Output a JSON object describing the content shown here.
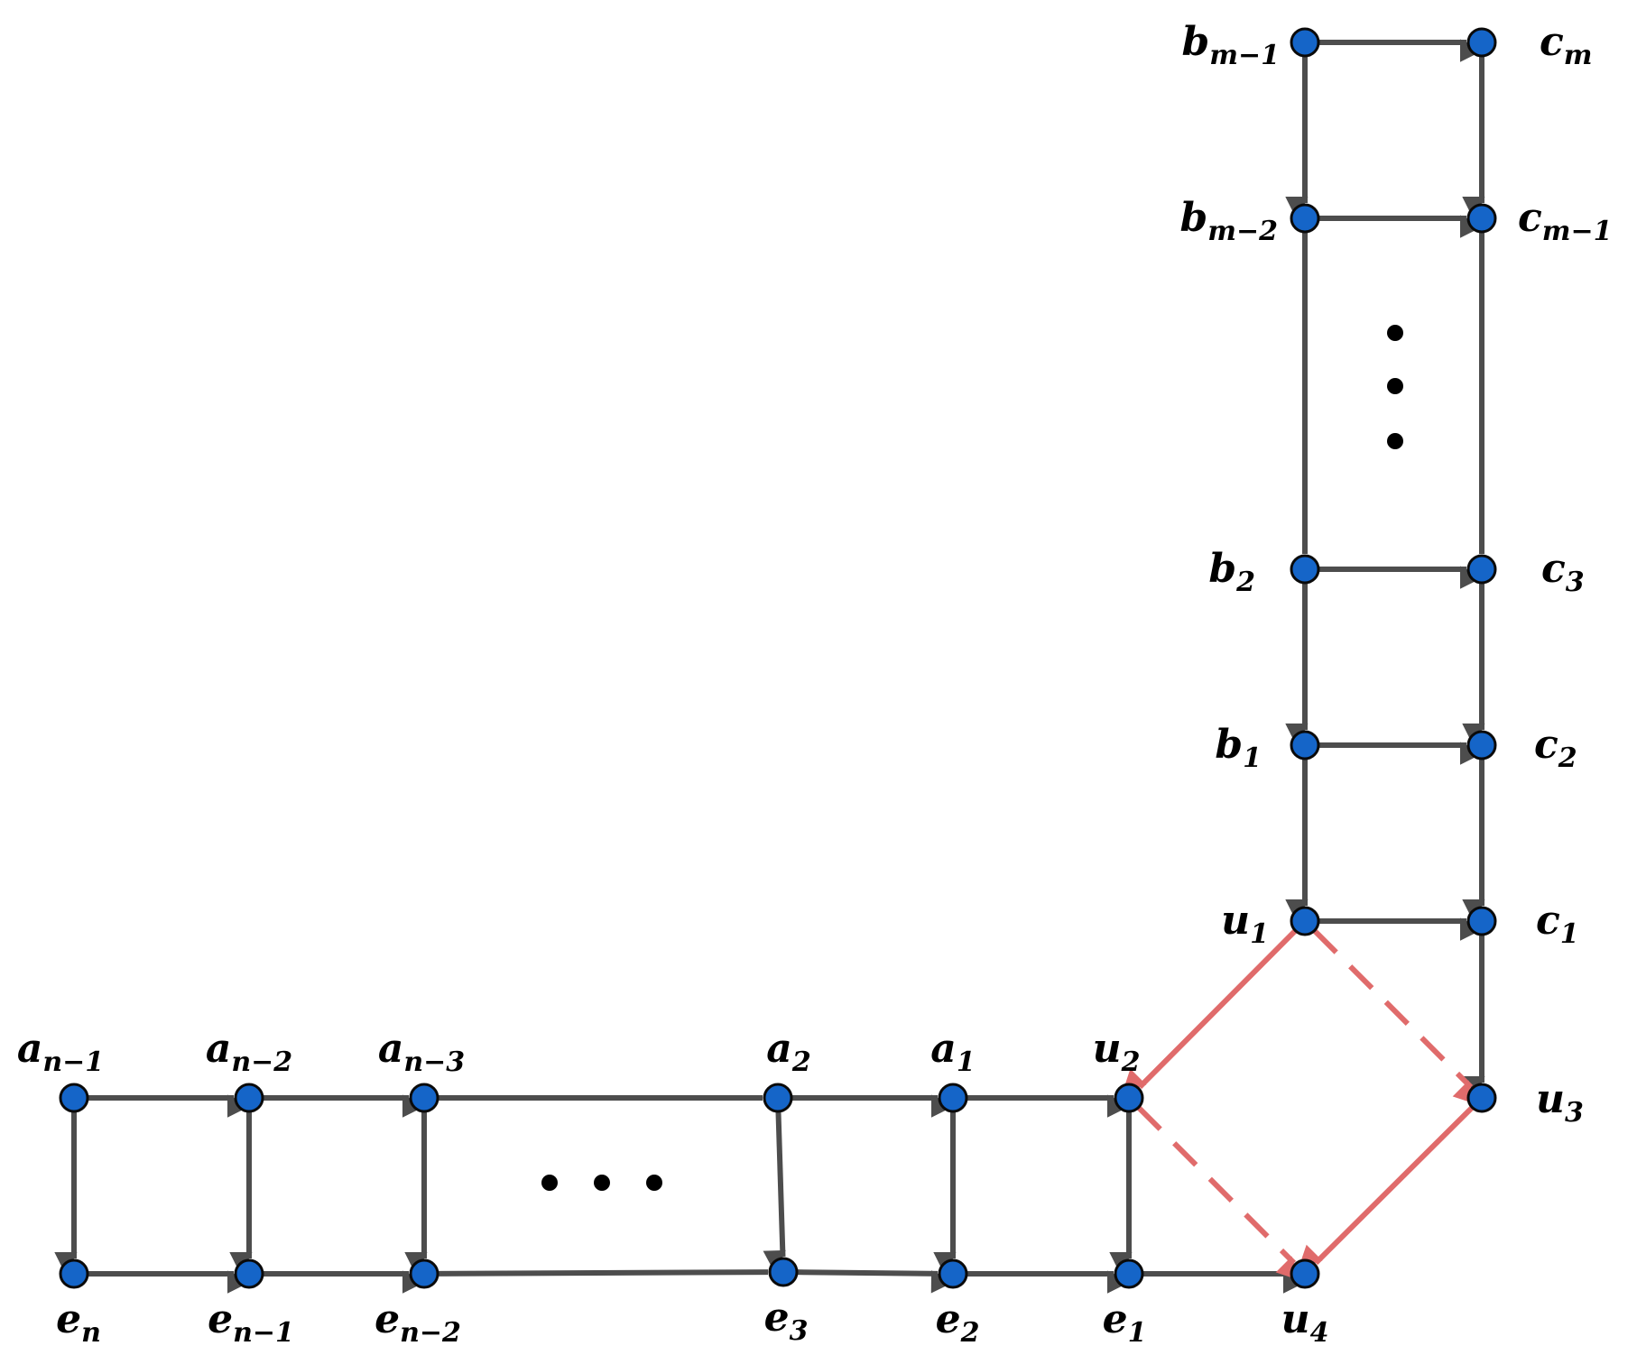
{
  "graph": {
    "nodes": [
      {
        "id": "a_n1",
        "base": "a",
        "sub": "n−1"
      },
      {
        "id": "a_n2",
        "base": "a",
        "sub": "n−2"
      },
      {
        "id": "a_n3",
        "base": "a",
        "sub": "n−3"
      },
      {
        "id": "a_2",
        "base": "a",
        "sub": "2"
      },
      {
        "id": "a_1",
        "base": "a",
        "sub": "1"
      },
      {
        "id": "u_2",
        "base": "u",
        "sub": "2"
      },
      {
        "id": "e_n",
        "base": "e",
        "sub": "n"
      },
      {
        "id": "e_n1",
        "base": "e",
        "sub": "n−1"
      },
      {
        "id": "e_n2",
        "base": "e",
        "sub": "n−2"
      },
      {
        "id": "e_3",
        "base": "e",
        "sub": "3"
      },
      {
        "id": "e_2",
        "base": "e",
        "sub": "2"
      },
      {
        "id": "e_1",
        "base": "e",
        "sub": "1"
      },
      {
        "id": "u_4",
        "base": "u",
        "sub": "4"
      },
      {
        "id": "u_3",
        "base": "u",
        "sub": "3"
      },
      {
        "id": "u_1",
        "base": "u",
        "sub": "1"
      },
      {
        "id": "c_1",
        "base": "c",
        "sub": "1"
      },
      {
        "id": "b_1",
        "base": "b",
        "sub": "1"
      },
      {
        "id": "c_2",
        "base": "c",
        "sub": "2"
      },
      {
        "id": "b_2",
        "base": "b",
        "sub": "2"
      },
      {
        "id": "c_3",
        "base": "c",
        "sub": "3"
      },
      {
        "id": "b_m2",
        "base": "b",
        "sub": "m−2"
      },
      {
        "id": "c_m1",
        "base": "c",
        "sub": "m−1"
      },
      {
        "id": "b_m1",
        "base": "b",
        "sub": "m−1"
      },
      {
        "id": "c_m",
        "base": "c",
        "sub": "m"
      }
    ],
    "edges": [
      {
        "from": "a_n1",
        "to": "a_n2",
        "style": "solid",
        "color": "#4d4d4d",
        "arrow": true
      },
      {
        "from": "a_n2",
        "to": "a_n3",
        "style": "solid",
        "color": "#4d4d4d",
        "arrow": true
      },
      {
        "from": "a_n3",
        "to": "a_2",
        "style": "solid",
        "color": "#4d4d4d",
        "arrow": false
      },
      {
        "from": "a_2",
        "to": "a_1",
        "style": "solid",
        "color": "#4d4d4d",
        "arrow": true
      },
      {
        "from": "a_1",
        "to": "u_2",
        "style": "solid",
        "color": "#4d4d4d",
        "arrow": true
      },
      {
        "from": "a_n1",
        "to": "e_n",
        "style": "solid",
        "color": "#4d4d4d",
        "arrow": true
      },
      {
        "from": "a_n2",
        "to": "e_n1",
        "style": "solid",
        "color": "#4d4d4d",
        "arrow": true
      },
      {
        "from": "a_n3",
        "to": "e_n2",
        "style": "solid",
        "color": "#4d4d4d",
        "arrow": true
      },
      {
        "from": "a_2",
        "to": "e_3",
        "style": "solid",
        "color": "#4d4d4d",
        "arrow": true
      },
      {
        "from": "a_1",
        "to": "e_2",
        "style": "solid",
        "color": "#4d4d4d",
        "arrow": true
      },
      {
        "from": "u_2",
        "to": "e_1",
        "style": "solid",
        "color": "#4d4d4d",
        "arrow": true
      },
      {
        "from": "e_n",
        "to": "e_n1",
        "style": "solid",
        "color": "#4d4d4d",
        "arrow": true
      },
      {
        "from": "e_n1",
        "to": "e_n2",
        "style": "solid",
        "color": "#4d4d4d",
        "arrow": true
      },
      {
        "from": "e_n2",
        "to": "e_3",
        "style": "solid",
        "color": "#4d4d4d",
        "arrow": false
      },
      {
        "from": "e_3",
        "to": "e_2",
        "style": "solid",
        "color": "#4d4d4d",
        "arrow": true
      },
      {
        "from": "e_2",
        "to": "e_1",
        "style": "solid",
        "color": "#4d4d4d",
        "arrow": true
      },
      {
        "from": "e_1",
        "to": "u_4",
        "style": "solid",
        "color": "#4d4d4d",
        "arrow": true
      },
      {
        "from": "b_m1",
        "to": "c_m",
        "style": "solid",
        "color": "#4d4d4d",
        "arrow": true
      },
      {
        "from": "b_m2",
        "to": "c_m1",
        "style": "solid",
        "color": "#4d4d4d",
        "arrow": true
      },
      {
        "from": "b_2",
        "to": "c_3",
        "style": "solid",
        "color": "#4d4d4d",
        "arrow": true
      },
      {
        "from": "b_1",
        "to": "c_2",
        "style": "solid",
        "color": "#4d4d4d",
        "arrow": true
      },
      {
        "from": "u_1",
        "to": "c_1",
        "style": "solid",
        "color": "#4d4d4d",
        "arrow": true
      },
      {
        "from": "b_m1",
        "to": "b_m2",
        "style": "solid",
        "color": "#4d4d4d",
        "arrow": true
      },
      {
        "from": "b_m2",
        "to": "b_2",
        "style": "solid",
        "color": "#4d4d4d",
        "arrow": false
      },
      {
        "from": "b_2",
        "to": "b_1",
        "style": "solid",
        "color": "#4d4d4d",
        "arrow": true
      },
      {
        "from": "b_1",
        "to": "u_1",
        "style": "solid",
        "color": "#4d4d4d",
        "arrow": true
      },
      {
        "from": "c_m",
        "to": "c_m1",
        "style": "solid",
        "color": "#4d4d4d",
        "arrow": true
      },
      {
        "from": "c_m1",
        "to": "c_3",
        "style": "solid",
        "color": "#4d4d4d",
        "arrow": false
      },
      {
        "from": "c_3",
        "to": "c_2",
        "style": "solid",
        "color": "#4d4d4d",
        "arrow": true
      },
      {
        "from": "c_2",
        "to": "c_1",
        "style": "solid",
        "color": "#4d4d4d",
        "arrow": true
      },
      {
        "from": "c_1",
        "to": "u_3",
        "style": "solid",
        "color": "#4d4d4d",
        "arrow": true
      },
      {
        "from": "u_1",
        "to": "u_2",
        "style": "solid",
        "color": "#e06b6b",
        "arrow": true
      },
      {
        "from": "u_1",
        "to": "u_3",
        "style": "dashed",
        "color": "#e06b6b",
        "arrow": true
      },
      {
        "from": "u_2",
        "to": "u_4",
        "style": "dashed",
        "color": "#e06b6b",
        "arrow": true
      },
      {
        "from": "u_3",
        "to": "u_4",
        "style": "solid",
        "color": "#e06b6b",
        "arrow": true
      }
    ]
  },
  "colors": {
    "node_fill": "#1565c8",
    "edge_gray": "#4d4d4d",
    "edge_red": "#e06b6b"
  }
}
